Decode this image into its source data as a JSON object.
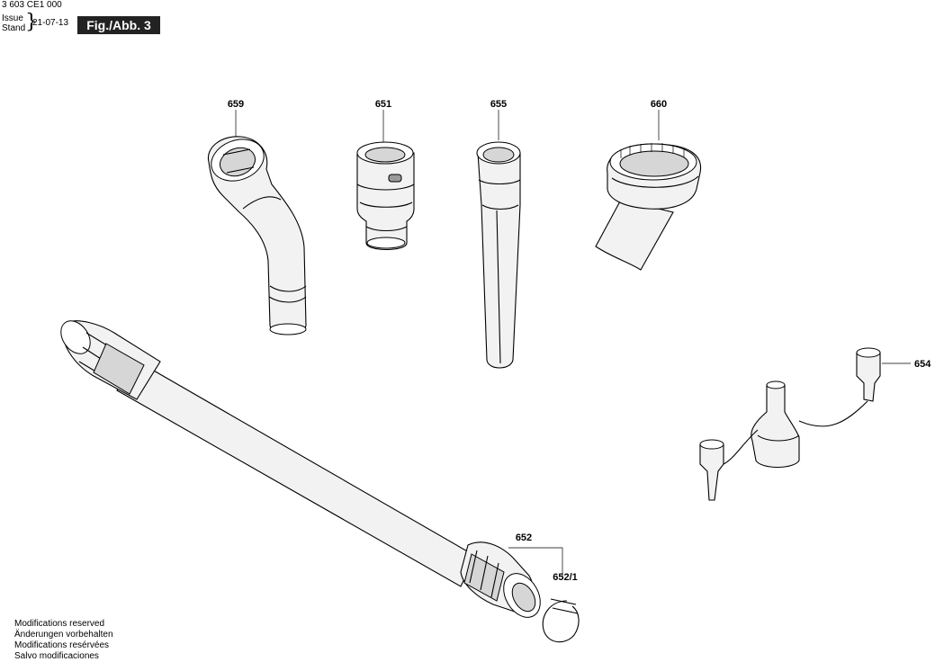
{
  "header": {
    "doc_number": "3 603 CE1 000",
    "issue_label": "Issue",
    "stand_label": "Stand",
    "issue_date": "21-07-13",
    "figure_badge": "Fig./Abb. 3"
  },
  "parts": [
    {
      "id": "659",
      "label": "659"
    },
    {
      "id": "651",
      "label": "651"
    },
    {
      "id": "655",
      "label": "655"
    },
    {
      "id": "660",
      "label": "660"
    },
    {
      "id": "654",
      "label": "654"
    },
    {
      "id": "652",
      "label": "652"
    },
    {
      "id": "652-1",
      "label": "652/1"
    }
  ],
  "footer": {
    "lines": [
      "Modifications reserved",
      "Änderungen vorbehalten",
      "Modifications resérvées",
      "Salvo modificaciones"
    ]
  },
  "colors": {
    "badge_background": "#222222",
    "badge_text": "#ffffff",
    "line": "#000000",
    "background": "#ffffff"
  }
}
